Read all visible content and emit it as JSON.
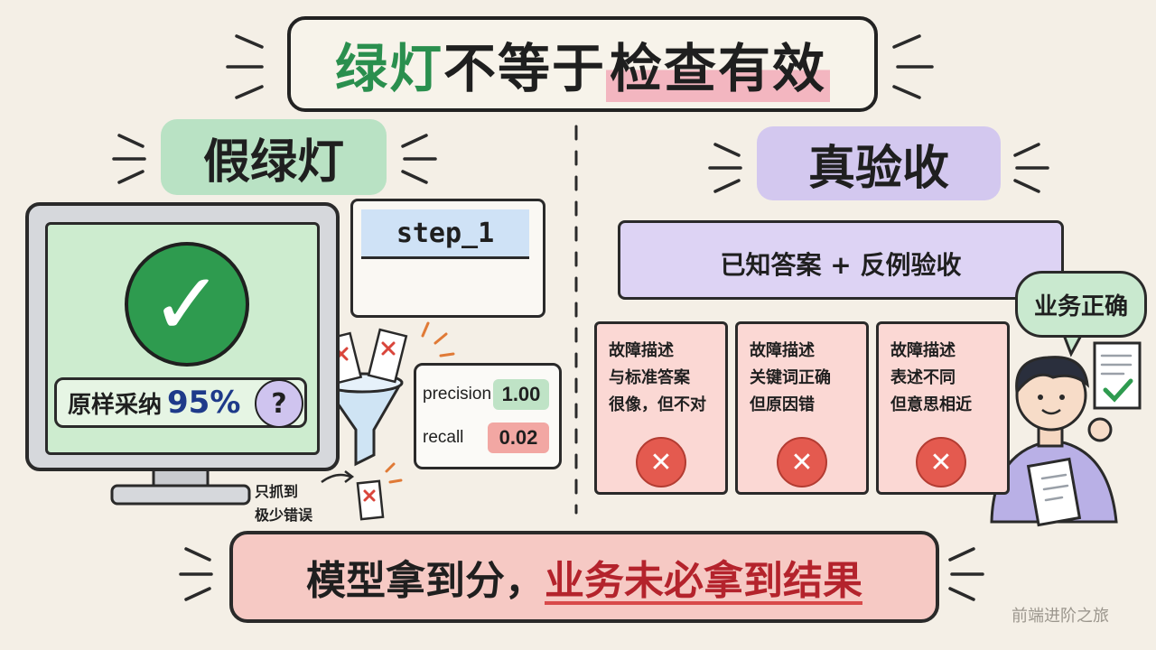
{
  "title": {
    "part1": "绿灯",
    "part2": "不等于",
    "part3": "检查有效"
  },
  "left": {
    "header": "假绿灯",
    "adoption_label": "原样采纳",
    "adoption_value": "95%",
    "question": "?",
    "step_label": "step_1",
    "precision_label": "precision",
    "precision_value": "1.00",
    "recall_label": "recall",
    "recall_value": "0.02",
    "caught_line1": "只抓到",
    "caught_line2": "极少错误"
  },
  "right": {
    "header": "真验收",
    "ruler_text": "已知答案 + 反例验收",
    "cards": [
      {
        "line1": "故障描述",
        "line2": "与标准答案",
        "line3": "很像，但不对"
      },
      {
        "line1": "故障描述",
        "line2": "关键词正确",
        "line3": "但原因错"
      },
      {
        "line1": "故障描述",
        "line2": "表述不同",
        "line3": "但意思相近"
      }
    ],
    "bubble": "业务正确"
  },
  "banner": {
    "part1": "模型拿到分，",
    "part2": "业务未必拿到结果"
  },
  "watermark": "前端进阶之旅",
  "colors": {
    "background": "#f4efe6",
    "green": "#2e9b4f",
    "green_light": "#cdeccf",
    "purple_light": "#d3c8ef",
    "red_card": "#fbd8d4",
    "banner": "#f6c9c4",
    "x_red": "#e45a4f"
  }
}
